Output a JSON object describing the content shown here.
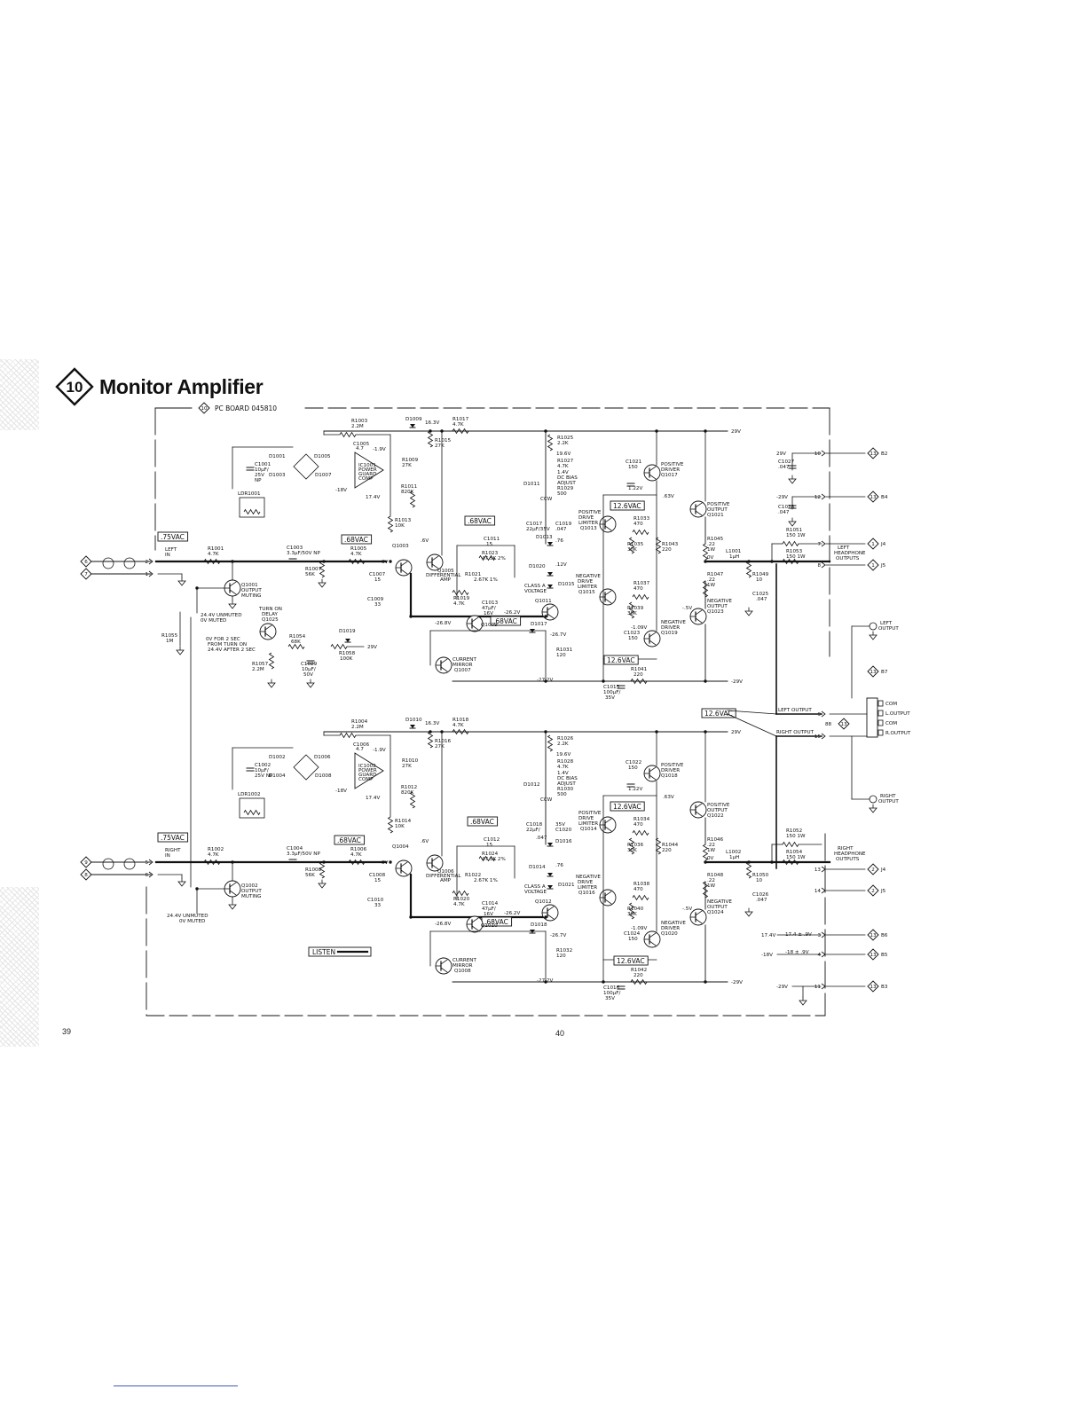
{
  "title": {
    "number": "10",
    "text": "Monitor Amplifier"
  },
  "board": {
    "number": "10",
    "label": "PC BOARD 045810"
  },
  "page": {
    "left": "39",
    "right": "40"
  },
  "listen_label": "LISTEN",
  "channels": [
    {
      "key": "left",
      "input": [
        "LEFT",
        "IN"
      ],
      "ac_in": ".75VAC",
      "ac_mid": ".68VAC",
      "ac_diff": ".68VAC",
      "ac_mirror": ".68VAC",
      "ac_drive_pos": "12.6VAC",
      "ac_drive_neg": "12.6VAC",
      "labels": [
        "R1003",
        "2.2M",
        "D1009",
        "16.3V",
        "R1017",
        "4.7K",
        "C1005",
        "4.7",
        "-1.9V",
        "R1015",
        "27K",
        "D1001",
        "D1005",
        "D1003",
        "D1007",
        "IC1001",
        "POWER",
        "GUARD",
        "COMP",
        "R1009",
        "27K",
        "R1011",
        "820K",
        "C1001",
        "10µF/",
        "25V",
        "NP",
        "-18V",
        "17.4V",
        "LDR1001",
        "R1013",
        "10K",
        "R1001",
        "4.7K",
        "C1003",
        "3.3µF/50V NP",
        "R1005",
        "4.7K",
        "Q1003",
        "Q1005",
        "DIFFERENTIAL",
        "AMP",
        "R1007",
        "56K",
        "C1007",
        "15",
        "C1009",
        "33",
        "Q1001",
        "OUTPUT",
        "MUTING",
        "24.4V UNMUTED",
        "0V MUTED",
        "TURN ON",
        "DELAY",
        "Q1025",
        "R1055",
        "1M",
        "0V FOR 2 SEC",
        "FROM TURN ON",
        "24.4V AFTER 2 SEC",
        "R1054",
        "68K",
        "D1019",
        "R1058",
        "100K",
        "R1057",
        "2.2M",
        "C1029",
        "10µF/",
        "50V",
        "C1011",
        "15",
        "R1023",
        "47.5K 2%",
        "R1021",
        "2.67K 1%",
        "R1019",
        "4.7K",
        "C1013",
        "47µF/",
        "16V",
        "-26.2V",
        "Q1011",
        "CLASS A",
        "VOLTAGE",
        "-26.8V",
        "Q1009",
        "CURRENT",
        "MIRROR",
        "Q1007",
        "D1017",
        "-26.7V",
        "R1031",
        "120",
        "-27.2V",
        "R1025",
        "2.2K",
        "19.6V",
        "R1027",
        "4.7K",
        "1.4V",
        "DC BIAS",
        "ADJUST",
        "R1029",
        "500",
        "CCW",
        "D1011",
        "C1017",
        "22µF/35V",
        "C1019",
        ".047",
        "D1013",
        "D1020",
        "D1015",
        ".76",
        ".12V",
        "C1021",
        "150",
        "1.22V",
        "POSITIVE",
        "DRIVER",
        "Q1017",
        ".63V",
        "POSITIVE",
        "DRIVE",
        "LIMITER",
        "Q1013",
        "R1033",
        "470",
        "R1035",
        "30K",
        "R1043",
        "220",
        "R1045",
        ".22",
        "1W",
        "OUTPUT",
        "Q1021",
        "NEGATIVE",
        "Q1015",
        "R1037",
        "R1039",
        "R1047",
        "Q1023",
        "Q1019",
        "-1.09V",
        "C1023",
        "R1041",
        "C1015",
        "100µF/",
        "35V",
        "L1001",
        "1µH",
        "R1049",
        "10",
        "C1025",
        "R1051",
        "150 1W",
        "R1053",
        "LEFT",
        "HEADPHONE",
        "OUTPUTS",
        "-.5V",
        "0V",
        ".6V",
        "29V"
      ]
    },
    {
      "key": "right",
      "input": [
        "RIGHT",
        "IN"
      ],
      "ac_in": ".75VAC",
      "ac_mid": ".68VAC",
      "ac_diff": ".68VAC",
      "ac_mirror": ".68VAC",
      "ac_drive_pos": "12.6VAC",
      "ac_drive_neg": "12.6VAC",
      "labels": [
        "R1004",
        "2.2M",
        "D1010",
        "16.3V",
        "R1018",
        "4.7K",
        "C1006",
        "4.7",
        "-1.9V",
        "R1016",
        "27K",
        "D1002",
        "D1006",
        "D1004",
        "D1008",
        "IC1002",
        "POWER",
        "GUARD",
        "COMP",
        "R1010",
        "27K",
        "R1012",
        "820K",
        "C1002",
        "10µF/",
        "25V NP",
        "-18V",
        "17.4V",
        "LDR1002",
        "R1014",
        "10K",
        "R1002",
        "4.7K",
        "C1004",
        "3.3µF/50V NP",
        "R1006",
        "4.7K",
        "Q1004",
        "Q1006",
        "DIFFERENTIAL",
        "AMP",
        "R1008",
        "56K",
        "C1008",
        "15",
        "C1010",
        "33",
        "Q1002",
        "OUTPUT",
        "MUTING",
        "24.4V UNMUTED",
        "0V MUTED",
        "C1012",
        "15",
        "R1024",
        "47.5K 2%",
        "R1022",
        "2.67K 1%",
        "R1020",
        "4.7K",
        "C1014",
        "47µF/",
        "16V",
        "-26.2V",
        "Q1012",
        "CLASS A",
        "VOLTAGE",
        "-26.8V",
        "Q1010",
        "CURRENT",
        "MIRROR",
        "Q1008",
        "D1018",
        "-26.7V",
        "R1032",
        "120",
        "-27.2V",
        "R1026",
        "2.2K",
        "19.6V",
        "R1028",
        "4.7K",
        "1.4V",
        "DC BIAS",
        "ADJUST",
        "R1030",
        "500",
        "CCW",
        "D1012",
        "C1018",
        "22µF/",
        "35V",
        "C1020",
        ".047",
        "D1014",
        "D1021",
        "D1016",
        ".76",
        "12V",
        "C1022",
        "150",
        "1.22V",
        "POSITIVE",
        "DRIVER",
        "Q1018",
        ".63V",
        "POSITIVE",
        "DRIVE",
        "LIMITER",
        "Q1014",
        "R1034",
        "470",
        "R1036",
        "30K",
        "R1044",
        "220",
        "R1046",
        ".22",
        "1W",
        "OUTPUT",
        "Q1022",
        "NEGATIVE",
        "Q1016",
        "R1038",
        "R1040",
        "R1048",
        "Q1024",
        "Q1020",
        "-1.09V",
        "C1024",
        "R1042",
        "C1016",
        "100µF/",
        "35V",
        "L1002",
        "1µH",
        "R1050",
        "10",
        "C1026",
        "R1052",
        "150 1W",
        "R1054",
        "RIGHT",
        "HEADPHONE",
        "OUTPUTS",
        "-.5V",
        "0V",
        ".6V",
        "29V"
      ]
    }
  ],
  "rails": {
    "pos": "29V",
    "neg": "-29V"
  },
  "connectors": {
    "left_in": [
      "6",
      "7"
    ],
    "right_in": [
      "9",
      "8"
    ],
    "pins_left_in": [
      "2",
      "1"
    ],
    "pins_right_in": [
      "5",
      "6"
    ],
    "right_side": [
      {
        "pin": "10",
        "ref": "13",
        "sub": "B2",
        "label": "29V"
      },
      {
        "pin": "12",
        "ref": "13",
        "sub": "B4",
        "label": "-29V"
      },
      {
        "pin": "7",
        "ref": "1",
        "sub": "J4",
        "label": ""
      },
      {
        "pin": "8",
        "ref": "1",
        "sub": "J5",
        "label": ""
      },
      {
        "pin": "13",
        "ref": "2",
        "sub": "J4",
        "label": ""
      },
      {
        "pin": "14",
        "ref": "2",
        "sub": "J5",
        "label": ""
      },
      {
        "pin": "3",
        "ref": "13",
        "sub": "B6",
        "label": "17.4V"
      },
      {
        "pin": "4",
        "ref": "13",
        "sub": "B5",
        "label": "-18V"
      },
      {
        "pin": "11",
        "ref": "13",
        "sub": "B3",
        "label": "-29V"
      }
    ],
    "caps_right": [
      "C1027",
      ".047",
      "C1028",
      ".047"
    ],
    "monitor_outputs": [
      "LEFT OUTPUT",
      "RIGHT OUTPUT",
      "9",
      "15",
      "88",
      "13"
    ],
    "jack": [
      "COM",
      "L.OUTPUT",
      "COM",
      "R.OUTPUT",
      "13",
      "B7"
    ],
    "jack_labels": [
      "LEFT",
      "OUTPUT",
      "RIGHT",
      "OUTPUT"
    ],
    "ac_out": "12.6VAC",
    "supply_labels": [
      "17.4 ± .9V",
      "-18 ± .9V"
    ]
  }
}
